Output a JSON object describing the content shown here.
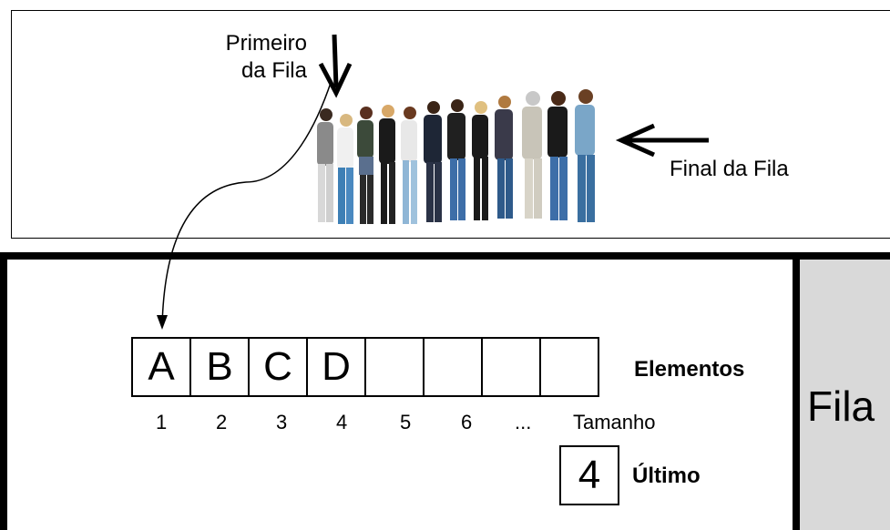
{
  "top": {
    "first_label_line1": "Primeiro",
    "first_label_line2": "da Fila",
    "end_label": "Final da Fila"
  },
  "queue": {
    "elements": [
      "A",
      "B",
      "C",
      "D",
      "",
      "",
      "",
      ""
    ],
    "indices": [
      "1",
      "2",
      "3",
      "4",
      "5",
      "6",
      "...",
      "Tamanho"
    ],
    "elements_label": "Elementos",
    "last_value": "4",
    "last_label": "Último"
  },
  "side": {
    "title": "Fila"
  },
  "people": {
    "count": 12
  }
}
